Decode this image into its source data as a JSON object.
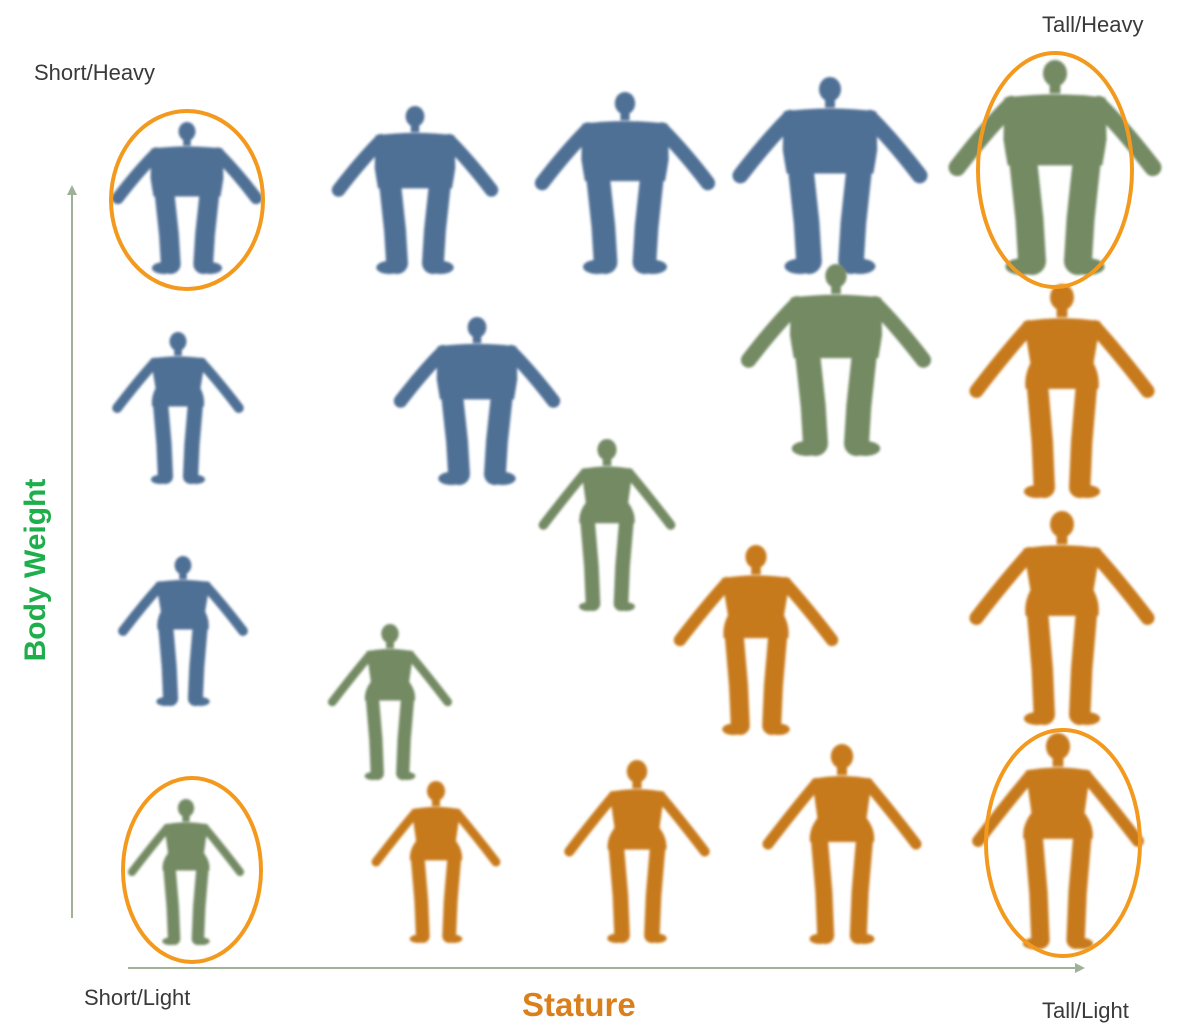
{
  "corner_labels": {
    "top_left": "Short/Heavy",
    "top_right": "Tall/Heavy",
    "bottom_left": "Short/Light",
    "bottom_right": "Tall/Light"
  },
  "x_axis_title": "Stature",
  "y_axis_title": "Body Weight",
  "colors": {
    "blue": "#4f6f95",
    "green": "#738a64",
    "orange": "#c77a1c",
    "highlight": "#f39a1e",
    "axis": "#9fb196",
    "x_title": "#d9801c",
    "y_title": "#1fae4c"
  },
  "figures": [
    {
      "id": "r1c1",
      "color": "blue",
      "build": "heavy",
      "highlighted": true
    },
    {
      "id": "r1c2",
      "color": "blue",
      "build": "heavy",
      "highlighted": false
    },
    {
      "id": "r1c3",
      "color": "blue",
      "build": "heavy",
      "highlighted": false
    },
    {
      "id": "r1c4",
      "color": "blue",
      "build": "heavy",
      "highlighted": false
    },
    {
      "id": "r1c5",
      "color": "green",
      "build": "heavy",
      "highlighted": true
    },
    {
      "id": "r2c1",
      "color": "blue",
      "build": "average",
      "highlighted": false
    },
    {
      "id": "r2c2",
      "color": "blue",
      "build": "heavy",
      "highlighted": false
    },
    {
      "id": "r2c4",
      "color": "green",
      "build": "heavy",
      "highlighted": false
    },
    {
      "id": "r2c5",
      "color": "orange",
      "build": "average",
      "highlighted": false
    },
    {
      "id": "r3c3",
      "color": "green",
      "build": "slim",
      "highlighted": false
    },
    {
      "id": "r3c1",
      "color": "blue",
      "build": "average",
      "highlighted": false
    },
    {
      "id": "r3c2",
      "color": "green",
      "build": "slim",
      "highlighted": false
    },
    {
      "id": "r3c4",
      "color": "orange",
      "build": "average",
      "highlighted": false
    },
    {
      "id": "r3c5",
      "color": "orange",
      "build": "average",
      "highlighted": false
    },
    {
      "id": "r4c1",
      "color": "green",
      "build": "slim",
      "highlighted": true
    },
    {
      "id": "r4c2",
      "color": "orange",
      "build": "slim",
      "highlighted": false
    },
    {
      "id": "r4c3",
      "color": "orange",
      "build": "slim",
      "highlighted": false
    },
    {
      "id": "r4c4",
      "color": "orange",
      "build": "slim",
      "highlighted": false
    },
    {
      "id": "r4c5",
      "color": "orange",
      "build": "slim",
      "highlighted": true
    }
  ]
}
